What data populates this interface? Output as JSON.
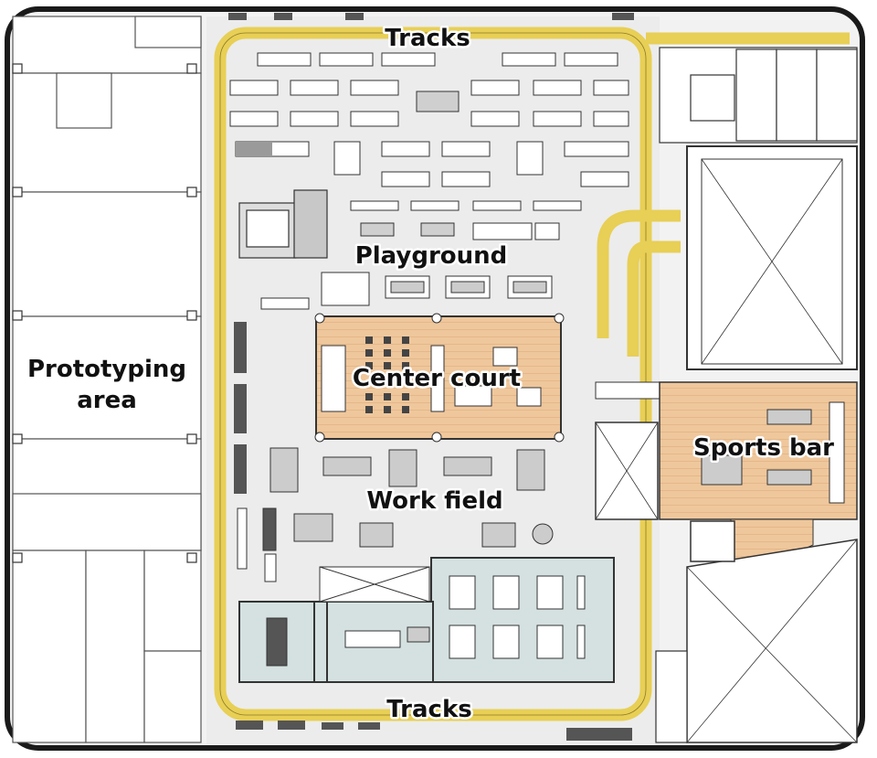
{
  "labels": {
    "tracks_top": "Tracks",
    "tracks_bottom": "Tracks",
    "playground": "Playground",
    "center_court": "Center court",
    "work_field": "Work field",
    "sports_bar": "Sports bar",
    "prototyping_line1": "Prototyping",
    "prototyping_line2": "area"
  },
  "colors": {
    "track": "#e8cf55",
    "wood_floor": "#efc79c",
    "glass_room": "#d5e1e1",
    "floor": "#eeeeee",
    "wall": "#1a1a1a",
    "line": "#666666"
  }
}
